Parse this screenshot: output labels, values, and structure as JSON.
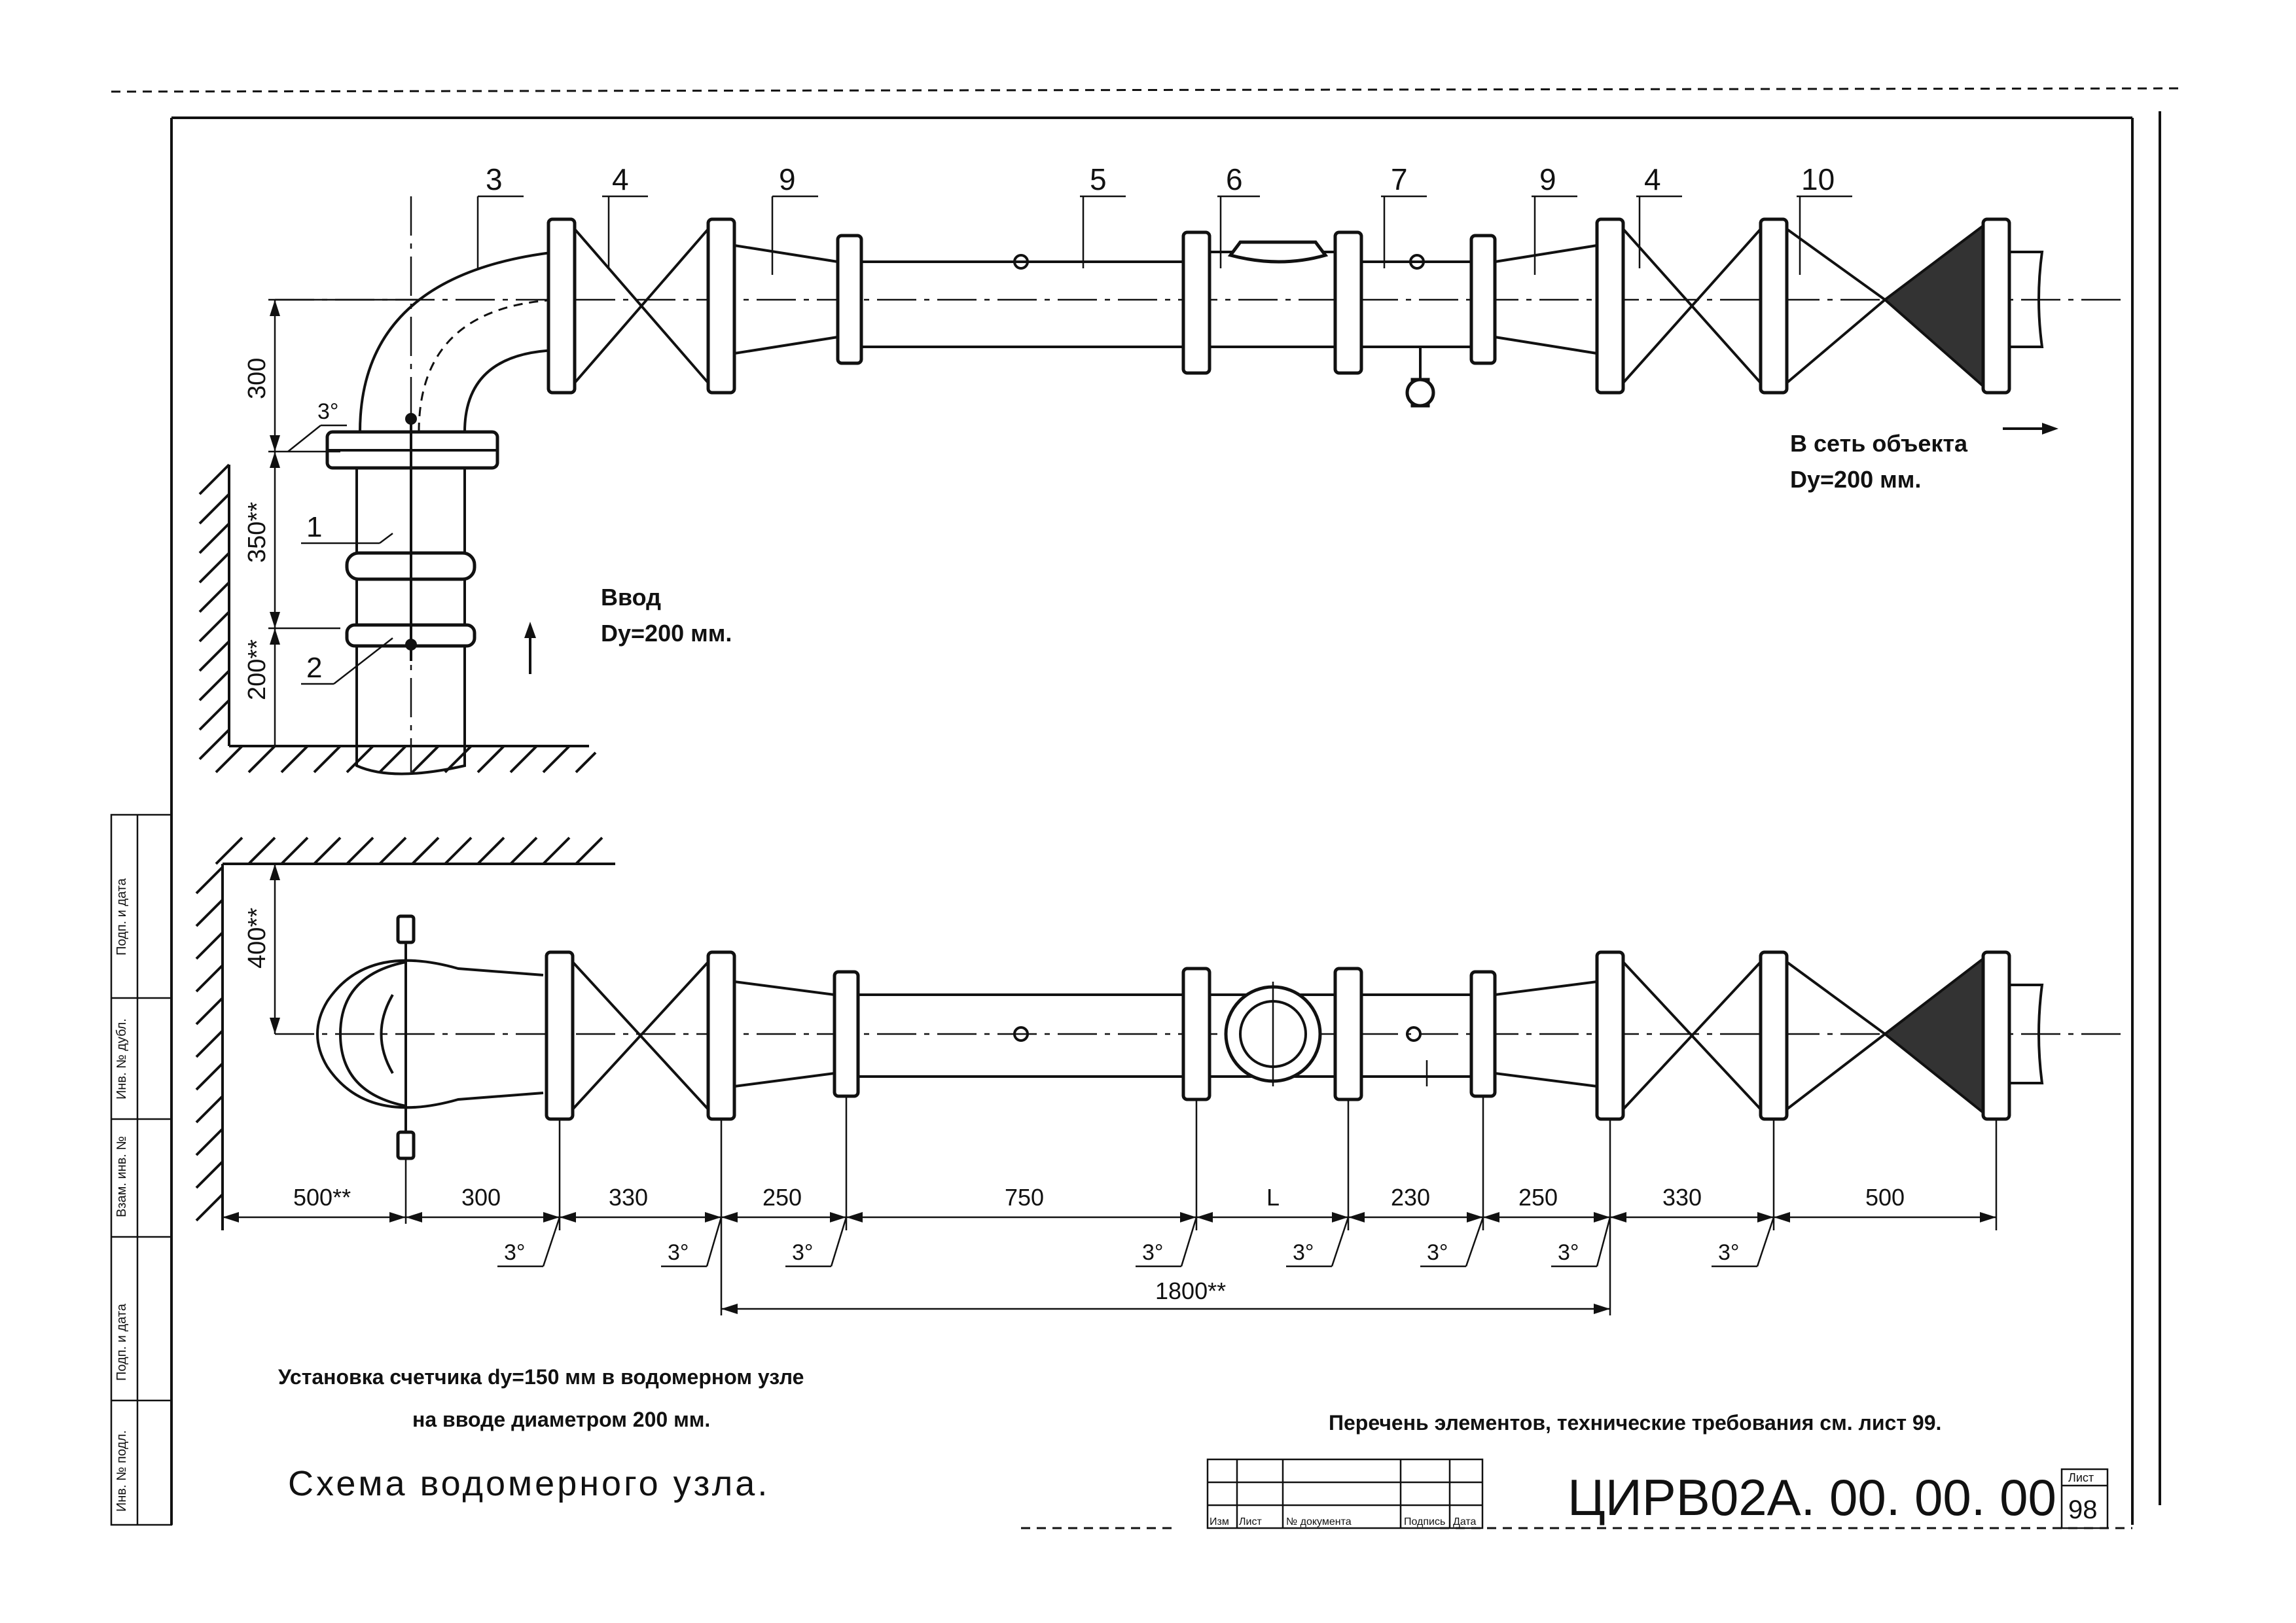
{
  "plan_labels": [
    "3",
    "4",
    "9",
    "5",
    "6",
    "7",
    "9",
    "4",
    "10"
  ],
  "plan_dims": {
    "d300": "300",
    "d350": "350**",
    "d200": "200**",
    "angle": "3°"
  },
  "elev_labels": {
    "l1": "1",
    "l2": "2"
  },
  "dim_400": "400**",
  "bottom_dims": [
    "500**",
    "300",
    "330",
    "250",
    "750",
    "L",
    "230",
    "250",
    "330",
    "500"
  ],
  "angle_label": "3°",
  "dim_1800": "1800**",
  "inlet": {
    "line1": "Ввод",
    "line2": "Dy=200 мм."
  },
  "outlet": {
    "line1": "В сеть объекта",
    "line2": "Dy=200 мм."
  },
  "caption": {
    "line1": "Установка счетчика dy=150 мм в водомерном узле",
    "line2": "на вводе диаметром 200 мм."
  },
  "title": "Схема водомерного узла.",
  "note": "Перечень элементов, технические требования см. лист 99.",
  "title_block": {
    "code": "ЦИРВ02А. 00. 00. 00",
    "sheet_label": "Лист",
    "sheet_number": "98",
    "columns": [
      "Изм",
      "Лист",
      "№ документа",
      "Подпись",
      "Дата"
    ]
  },
  "side_stamp": [
    "Подп. и дата",
    "Инв. № дубл.",
    "Взам. инв. №",
    "Подп. и дата",
    "Инв. № подл."
  ]
}
